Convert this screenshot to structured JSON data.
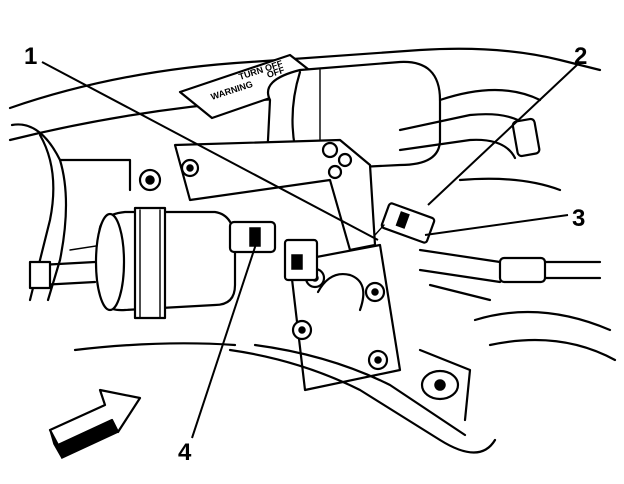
{
  "callouts": [
    {
      "id": "1",
      "label": "1"
    },
    {
      "id": "2",
      "label": "2"
    },
    {
      "id": "3",
      "label": "3"
    },
    {
      "id": "4",
      "label": "4"
    }
  ],
  "plate": {
    "line1": "WARNING",
    "line2": "TURN OFF",
    "line3": "OFF"
  },
  "colors": {
    "ink": "#000000",
    "paper": "#ffffff"
  }
}
